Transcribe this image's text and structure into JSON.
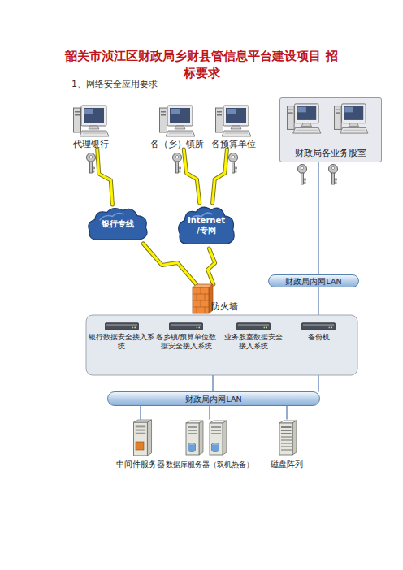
{
  "diagram": {
    "title": "韶关市浈江区财政局乡财县管信息平台建设项目 招标要求",
    "nodes": [
      {
        "text": [
          "代理银行"
        ]
      },
      {
        "text": [
          "各（乡）镇所"
        ]
      },
      {
        "text": [
          "各预算单位"
        ]
      },
      {
        "text": [
          "财政局各业务股室"
        ]
      },
      {
        "text": [
          "银行专线"
        ]
      },
      {
        "text": [
          "Internet /专网"
        ]
      },
      {
        "text": [
          "财政局内网LAN"
        ]
      },
      {
        "text": [
          "防火墙"
        ]
      },
      {
        "text": [
          "银行数据安全接入系统"
        ]
      },
      {
        "text": [
          "各乡镇/预算单位数据安全接入系统"
        ]
      },
      {
        "text": [
          "业务股室数据安全接入系统"
        ]
      },
      {
        "text": [
          "备份机"
        ]
      },
      {
        "text": [
          "财政局内网LAN"
        ]
      },
      {
        "text": [
          "中间件服务器"
        ]
      },
      {
        "text": [
          "数据库服务器（双机热备）"
        ]
      },
      {
        "text": [
          "磁盘阵列"
        ]
      }
    ],
    "edges": [
      {
        "from": 0,
        "to": 4,
        "arrow": "none"
      },
      {
        "from": 1,
        "to": 5,
        "arrow": "none"
      },
      {
        "from": 2,
        "to": 5,
        "arrow": "none"
      },
      {
        "from": 4,
        "to": 7,
        "arrow": "none"
      },
      {
        "from": 5,
        "to": 7,
        "arrow": "none"
      },
      {
        "from": 3,
        "to": 6,
        "arrow": "none"
      },
      {
        "from": 6,
        "to": 12,
        "arrow": "none"
      },
      {
        "from": 12,
        "to": 13,
        "arrow": "none"
      },
      {
        "from": 12,
        "to": 14,
        "arrow": "none"
      },
      {
        "from": 12,
        "to": 15,
        "arrow": "none"
      }
    ],
    "labels": [
      "1、网络安全应用要求"
    ]
  }
}
